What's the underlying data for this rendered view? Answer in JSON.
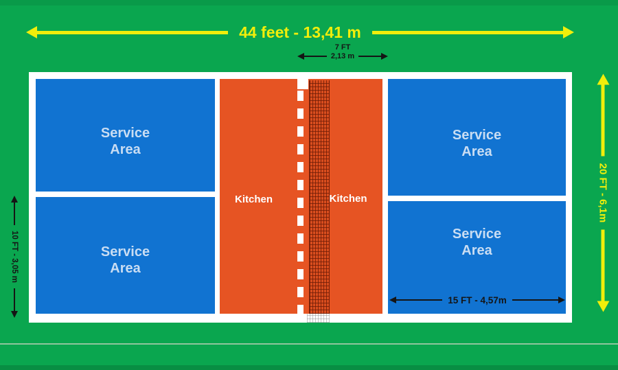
{
  "diagram": {
    "type": "pickleball-court-dimensions"
  },
  "colors": {
    "background_green": "#0aa64f",
    "court_line_white": "#ffffff",
    "service_area_blue": "#1173d1",
    "kitchen_orange": "#e65423",
    "net_dark_orange": "#d94d1e",
    "arrow_yellow": "#f1ee0b",
    "arrow_black": "#151515",
    "service_text": "#c9ddf3"
  },
  "areas": {
    "service": {
      "line1": "Service",
      "line2": "Area"
    },
    "kitchen_left": "Kitchen",
    "kitchen_right": "Kitchen"
  },
  "dimensions": {
    "court_length": "44 feet - 13,41 m",
    "kitchen_width_ft": "7 FT",
    "kitchen_width_m": "2,13 m",
    "service_depth": "10 FT - 3,05 m",
    "court_width": "20 FT - 6,1m",
    "service_width": "15 FT - 4,57m"
  }
}
